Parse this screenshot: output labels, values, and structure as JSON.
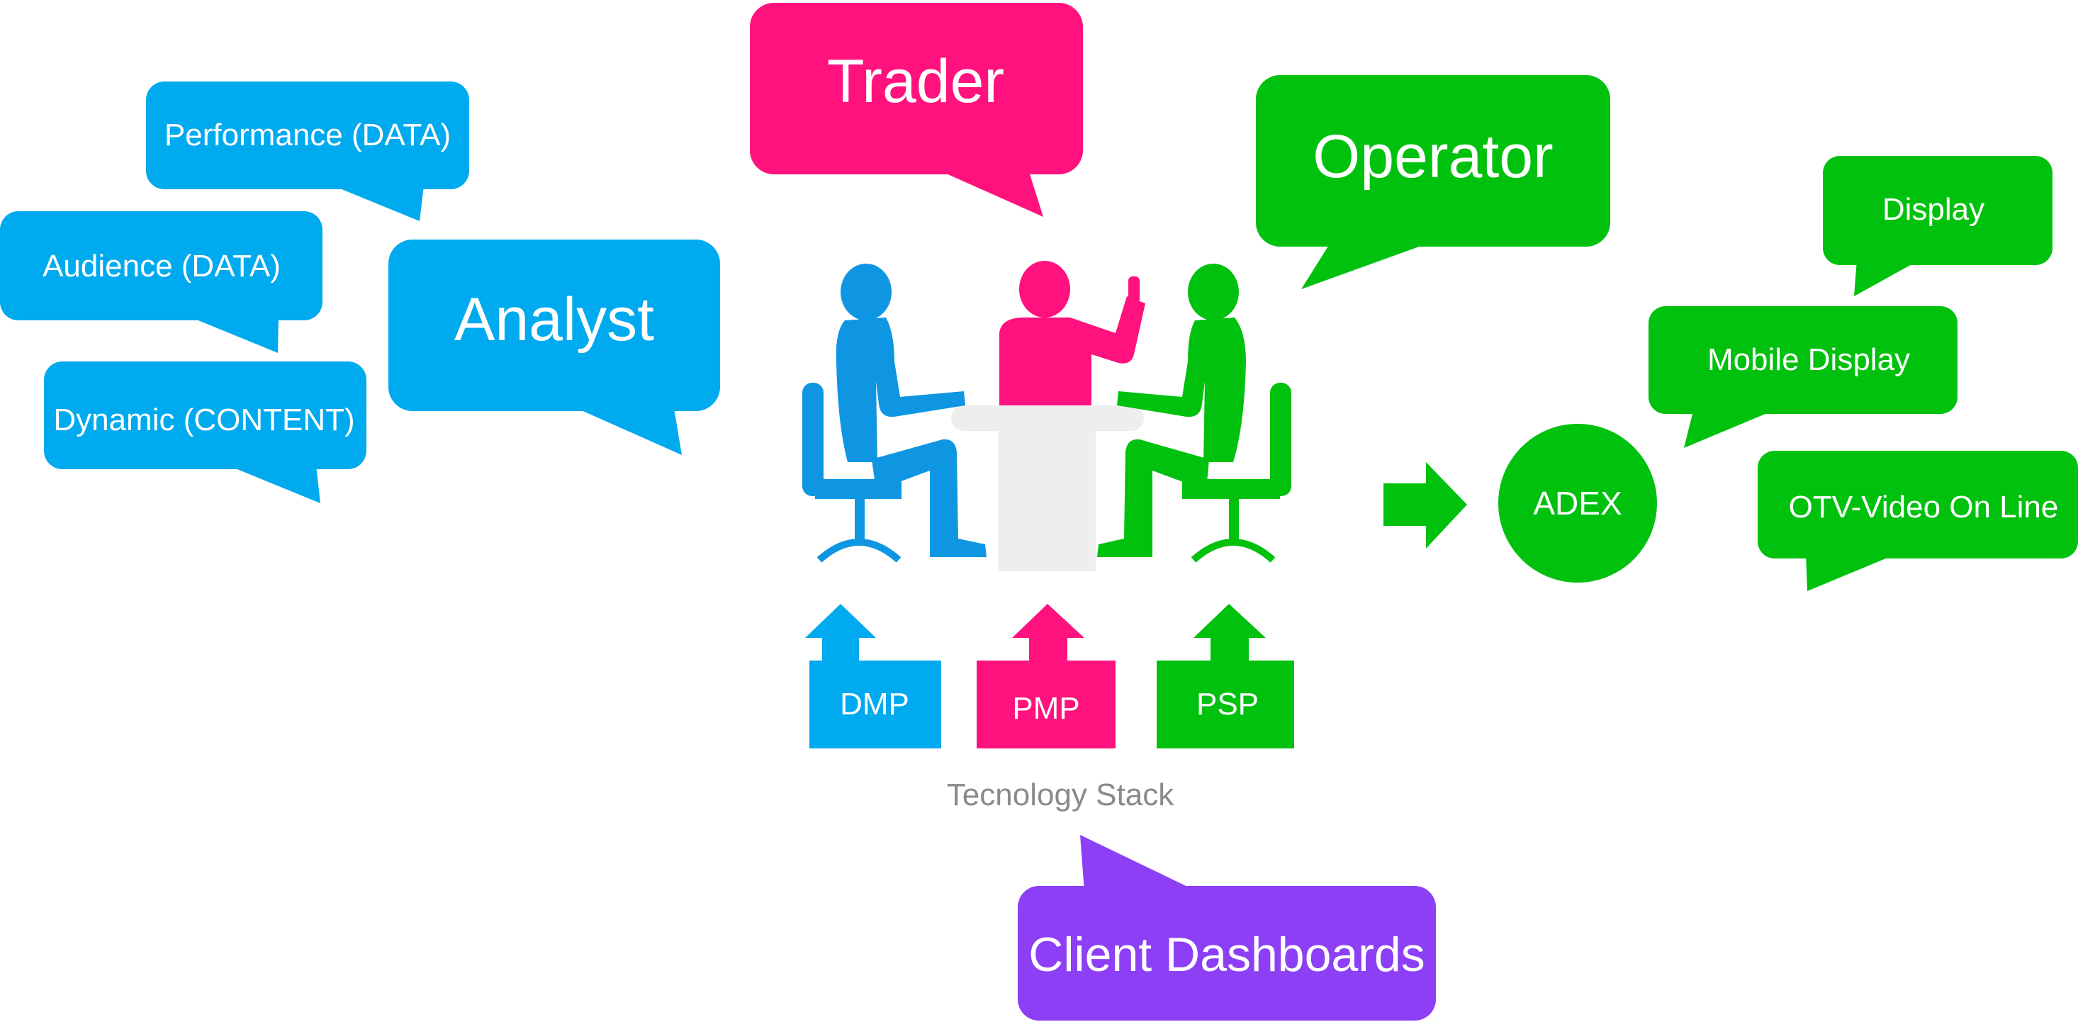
{
  "colors": {
    "blue": "#00aaee",
    "pink": "#ff127d",
    "green": "#00c10e",
    "purple": "#8d3ff5",
    "gray_text": "#8a8a8a",
    "table": "#eeeeee"
  },
  "analyst": {
    "title": "Analyst",
    "items": [
      "Performance (DATA)",
      "Audience (DATA)",
      "Dynamic (CONTENT)"
    ]
  },
  "trader": {
    "title": "Trader"
  },
  "operator": {
    "title": "Operator"
  },
  "stack": {
    "items": [
      "DMP",
      "PMP",
      "PSP"
    ],
    "caption": "Tecnology Stack"
  },
  "adex": {
    "label": "ADEX"
  },
  "channels": [
    "Display",
    "Mobile Display",
    "OTV-Video On Line"
  ],
  "client": {
    "title": "Client Dashboards"
  },
  "icons": [
    "meeting-people-icon",
    "up-arrow-icon",
    "right-arrow-icon"
  ]
}
